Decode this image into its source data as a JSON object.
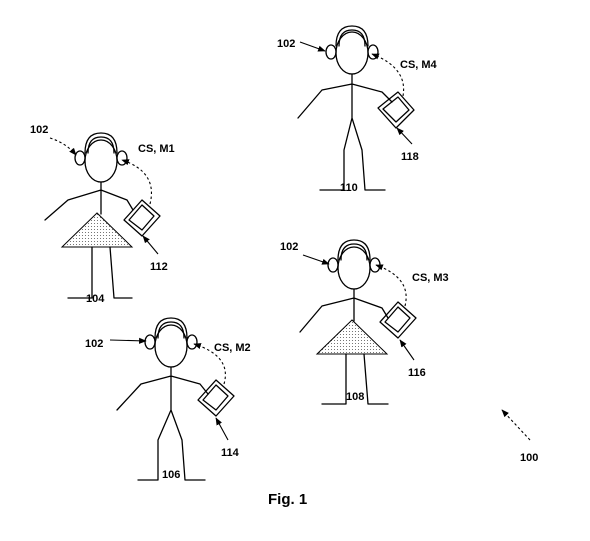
{
  "caption": "Fig. 1",
  "system_label": "100",
  "headphone_label": "102",
  "persons": [
    {
      "id": "104",
      "device": "112",
      "signal": "CS, M1"
    },
    {
      "id": "106",
      "device": "114",
      "signal": "CS, M2"
    },
    {
      "id": "108",
      "device": "116",
      "signal": "CS, M3"
    },
    {
      "id": "110",
      "device": "118",
      "signal": "CS, M4"
    }
  ]
}
